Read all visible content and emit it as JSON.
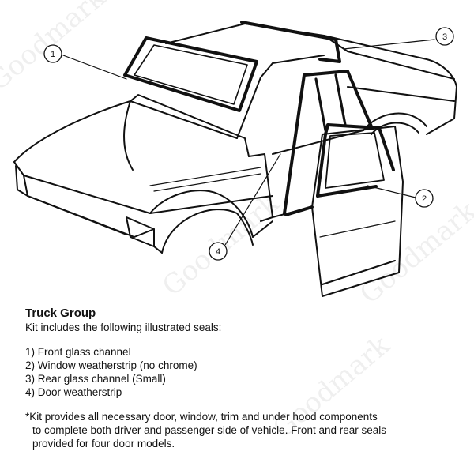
{
  "watermark": {
    "text": "Goodmark",
    "color": "#cccccc"
  },
  "callouts": [
    {
      "number": "1",
      "part": "Front glass channel"
    },
    {
      "number": "2",
      "part": "Window weatherstrip"
    },
    {
      "number": "3",
      "part": "Rear glass channel"
    },
    {
      "number": "4",
      "part": "Door weatherstrip"
    }
  ],
  "caption": {
    "title": "Truck Group",
    "intro": "Kit includes the following illustrated seals:",
    "items": [
      "1) Front glass channel",
      "2) Window weatherstrip (no chrome)",
      "3) Rear glass channel  (Small)",
      "4) Door weatherstrip"
    ],
    "note_line1": "*Kit provides all necessary door, window, trim and under hood components",
    "note_line2": "to complete both driver and  passenger side of vehicle.  Front and rear seals",
    "note_line3": "provided for four door models."
  }
}
